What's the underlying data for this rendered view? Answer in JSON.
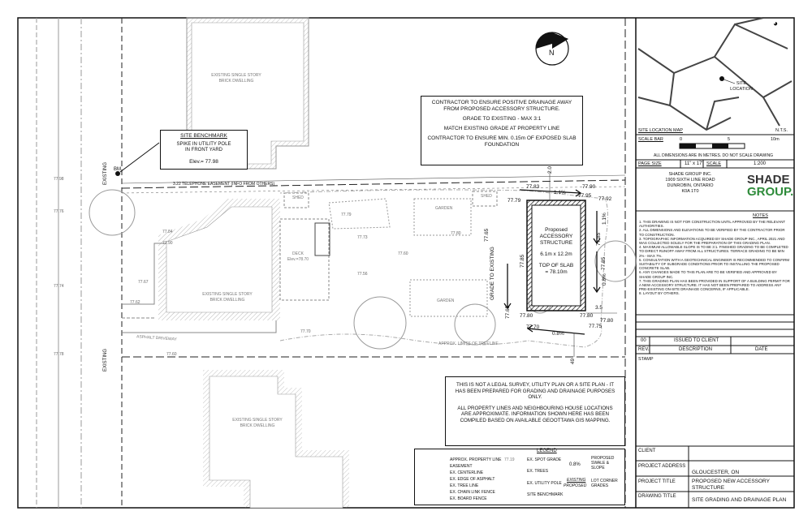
{
  "north_arrow": {
    "letter": "N"
  },
  "main_note": [
    "CONTRACTOR TO ENSURE POSITIVE DRAINAGE AWAY FROM PROPOSED ACCESSORY STRUCTURE.",
    "GRADE TO EXISTING - MAX 3:1",
    "MATCH EXISTING GRADE AT PROPERTY LINE",
    "CONTRACTOR TO ENSURE MIN. 0.15m OF EXPOSED SLAB FOUNDATION"
  ],
  "benchmark": {
    "title": "SITE BENCHMARK",
    "desc": "SPIKE IN UTILITY POLE IN FRONT YARD",
    "elev": "Elev.= 77.98"
  },
  "disclaimer": [
    "THIS IS NOT A LEGAL SURVEY, UTILITY PLAN OR A SITE PLAN - IT HAS BEEN PREPARED FOR GRADING AND DRAINAGE PURPOSES ONLY.",
    "ALL PROPERTY LINES AND NEIGHBOURING HOUSE LOCATIONS ARE APPROXIMATE. INFORMATION SHOWN HERE HAS BEEN COMPILED BASED ON AVAILABLE GEOOTTAWA GIS MAPPING."
  ],
  "structure": {
    "line1": "Proposed",
    "line2": "ACCESSORY",
    "line3": "STRUCTURE",
    "size": "6.1m x 12.2m",
    "slab1": "TOP OF SLAB",
    "slab2": "= 78.10m"
  },
  "plan_labels": {
    "bm": "BM",
    "existing_left": "EXISTING",
    "existing_bottom": "EXISTING",
    "easement": "3.22 TELEPHONE EASEMENT (INFO FROM OTHERS)",
    "grade_to_existing": "GRADE TO EXISTING",
    "dwelling_top": "EXISTING SINGLE STORY BRICK DWELLING",
    "dwelling_mid": "EXISTING SINGLE STORY BRICK DWELLING",
    "dwelling_bottom": "EXISTING SINGLE STORY BRICK DWELLING",
    "deck": "DECK Elev.=78.70",
    "garden1": "GARDEN",
    "garden2": "GARDEN",
    "shed1": "SHED",
    "shed2": "SHED",
    "asphalt": "ASPHALT DRIVEWAY",
    "treeline": "APPROX. LIMITS OF TREELINE",
    "dim_top": "2.0",
    "dim_right": "3.5",
    "dim_bottom": "49",
    "slope_top": "1.1%",
    "slope_right1": "1.1%",
    "slope_right2": "0.8%",
    "slope_bottom": "0.8%"
  },
  "spot_grades": [
    {
      "v": "77.83"
    },
    {
      "v": "77.90"
    },
    {
      "v": "77.95"
    },
    {
      "v": "77.92"
    },
    {
      "v": "77.79"
    },
    {
      "v": "77.65"
    },
    {
      "v": "77.85"
    },
    {
      "v": "77.65"
    },
    {
      "v": "77.80"
    },
    {
      "v": "77.80"
    },
    {
      "v": "77.70"
    },
    {
      "v": "77.75"
    },
    {
      "v": "77.80"
    },
    {
      "v": "77.85"
    },
    {
      "v": "77.85"
    },
    {
      "v": "77.98"
    },
    {
      "v": "77.76"
    },
    {
      "v": "77.84"
    },
    {
      "v": "77.90"
    },
    {
      "v": "77.67"
    },
    {
      "v": "77.74"
    },
    {
      "v": "77.79"
    },
    {
      "v": "77.73"
    },
    {
      "v": "77.60"
    },
    {
      "v": "77.80"
    },
    {
      "v": "77.60"
    },
    {
      "v": "77.78"
    },
    {
      "v": "77.56"
    },
    {
      "v": "77.62"
    },
    {
      "v": "77.70"
    }
  ],
  "legend": {
    "title": "LEGEND",
    "lines": [
      "APPROX. PROPERTY LINE",
      "EASEMENT",
      "EX. CENTERLINE",
      "EX. EDGE OF ASPHALT",
      "EX. TREE LINE",
      "EX. CHAIN LINK FENCE",
      "EX. BOARD FENCE"
    ],
    "spot": "EX. SPOT GRADE",
    "spot_sample": "77.19",
    "trees": "EX. TREES",
    "pole": "EX. UTILITY POLE",
    "bm": "SITE BENCHMARK",
    "swale": "PROPOSED SWALE & SLOPE",
    "swale_val": "0.8%",
    "corner": "LOT CORNER GRADES",
    "corner_ex": "EXISTING",
    "corner_prop": "PROPOSED"
  },
  "titleblock": {
    "site_location": "SITE LOCATION",
    "site_location_map": "SITE LOCATION MAP",
    "nts": "N.T.S.",
    "scale_bar": "SCALE BAR",
    "scale_ticks": [
      "0",
      "5",
      "10m"
    ],
    "dims_note": "ALL DIMENSIONS ARE IN METRES. DO NOT SCALE DRAWING",
    "page_size_label": "PAGE SIZE",
    "page_size": "11\" x 17\"",
    "scale_label": "SCALE",
    "scale": "1:200",
    "company": [
      "SHADE GROUP INC.",
      "1909 SIXTH LINE ROAD",
      "DUNROBIN, ONTARIO",
      "K0A 1T0"
    ],
    "logo1": "SHADE",
    "logo2": "GROUP.",
    "notes_title": "NOTES",
    "notes": [
      "1. THIS DRAWING IS NOT FOR CONSTRUCTION UNTIL APPROVED BY THE RELEVANT AUTHORITIES.",
      "2. ALL DIMENSIONS AND ELEVATIONS TO BE VERIFIED BY THE CONTRACTOR PRIOR TO CONSTRUCTION.",
      "3. TOPOGRAPHIC INFORMATION ACQUIRED BY SHADE GROUP INC., APRIL 2021 AND WAS COLLECTED SOLELY FOR THE PREPARATION OF THIS GRADING PLAN.",
      "4. MAXIMUM ALLOWABLE SLOPE IS TO BE 3:1. FINISHED GRADING TO BE COMPLETED TO DIRECT RUNOFF AWAY FROM ALL STRUCTURES. TERRACE GRADING TO BE MIN 2% - MAX 7%.",
      "5. CONSULTATION WITH A GEOTECHNICAL ENGINEER IS RECOMMENDED TO CONFIRM SUITABILITY OF SUBGRADE CONDITIONS PRIOR TO INSTALLING THE PROPOSED CONCRETE SLAB.",
      "6. ANY CHANGES MADE TO THIS PLAN ARE TO BE VERIFIED AND APPROVED BY SHADE GROUP INC.",
      "7. THIS GRADING PLAN HAS BEEN PROVIDED IN SUPPORT OF A BUILDING PERMIT FOR A NEW ACCESSORY STRUCTURE. IT HAS NOT BEEN PREPARED TO ADDRESS ANY PRE-EXISTING ON-SITE DRAINAGE CONCERNS, IF APPLICABLE.",
      "8. LAYOUT BY OTHERS."
    ],
    "rev_no": "00",
    "rev_desc": "ISSUED TO CLIENT",
    "rev_h": "REV.",
    "desc_h": "DESCRIPTION",
    "date_h": "DATE",
    "stamp": "STAMP",
    "client_label": "CLIENT",
    "client": "",
    "address_label": "PROJECT ADDRESS",
    "address": "GLOUCESTER, ON",
    "title_label": "PROJECT TITLE",
    "title": "PROPOSED NEW ACCESSORY STRUCTURE",
    "drawing_label": "DRAWING TITLE",
    "drawing": "SITE GRADING AND DRAINAGE PLAN"
  },
  "colors": {
    "ink": "#111111",
    "hatch": "#888888",
    "grey": "#9a9a9a"
  }
}
